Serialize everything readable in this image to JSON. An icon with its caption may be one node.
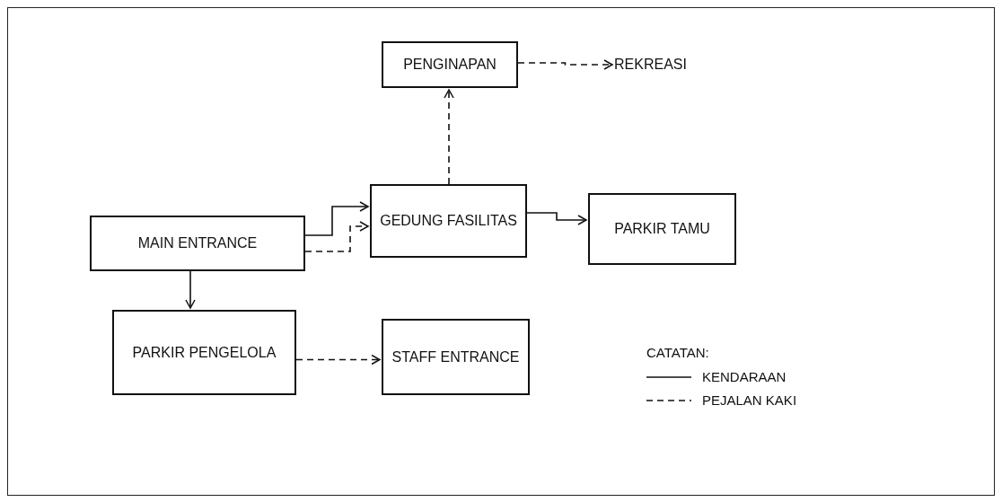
{
  "diagram": {
    "nodes": [
      {
        "text": [
          "PENGINAPAN"
        ]
      },
      {
        "text": [
          "REKREASI"
        ]
      },
      {
        "text": [
          "GEDUNG FASILITAS"
        ]
      },
      {
        "text": [
          "PARKIR TAMU"
        ]
      },
      {
        "text": [
          "MAIN ENTRANCE"
        ]
      },
      {
        "text": [
          "PARKIR PENGELOLA"
        ]
      },
      {
        "text": [
          "STAFF ENTRANCE"
        ]
      }
    ],
    "edges": [
      {
        "from": 0,
        "to": 1,
        "arrow": "to",
        "style": "dashed"
      },
      {
        "from": 2,
        "to": 0,
        "arrow": "to",
        "style": "dashed"
      },
      {
        "from": 4,
        "to": 2,
        "arrow": "to"
      },
      {
        "from": 4,
        "to": 2,
        "arrow": "to",
        "style": "dashed"
      },
      {
        "from": 2,
        "to": 3,
        "arrow": "to"
      },
      {
        "from": 4,
        "to": 5,
        "arrow": "to"
      },
      {
        "from": 5,
        "to": 6,
        "arrow": "to",
        "style": "dashed"
      }
    ],
    "labels": [
      "CATATAN:"
    ],
    "legend": [
      {
        "text": "KENDARAAN"
      },
      {
        "text": "PEJALAN KAKI"
      }
    ]
  }
}
